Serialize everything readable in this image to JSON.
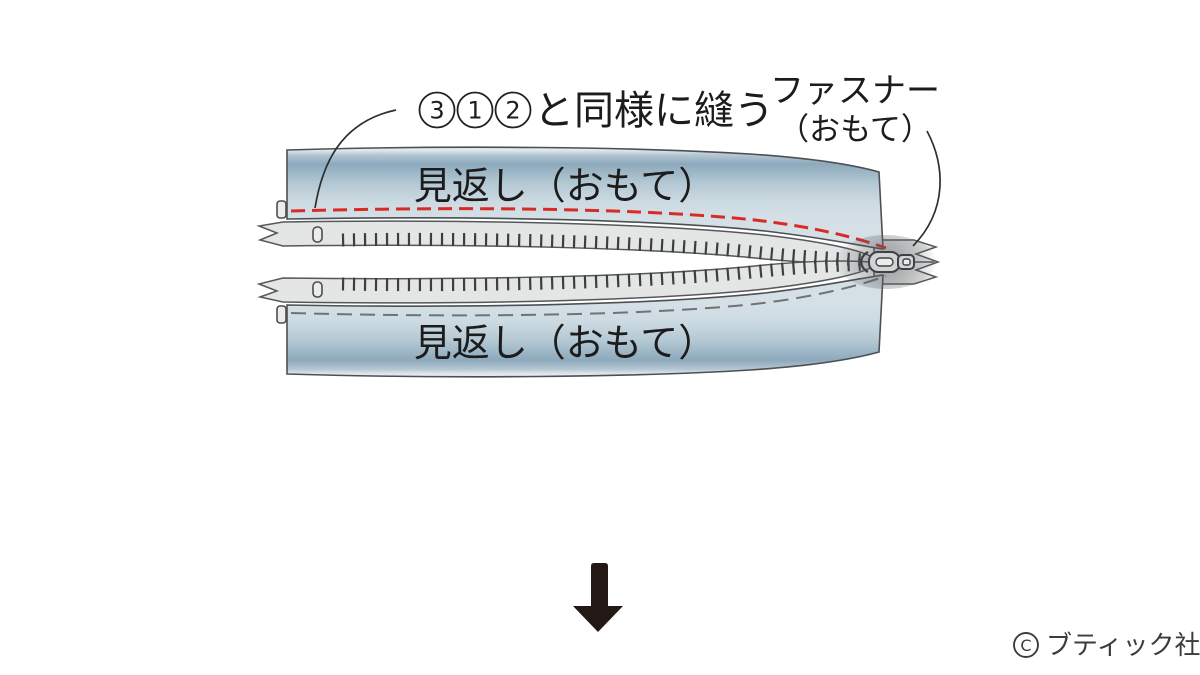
{
  "figure": {
    "sew_note": {
      "circles": [
        "3",
        "1",
        "2"
      ],
      "text": "と同様に縫う"
    },
    "fastener_label": {
      "line1": "ファスナー",
      "line2": "（おもて）"
    },
    "facing_top_label": "見返し（おもて）",
    "facing_bottom_label": "見返し（おもて）"
  },
  "footer": {
    "copyright_symbol": "C",
    "copyright_text": "ブティック社"
  },
  "colors": {
    "fabric_blue_dark": "#8da9bc",
    "fabric_blue_light": "#d4e0e6",
    "tape_gray": "#e4e5e5",
    "stitch_red": "#d92b25",
    "stitch_gray": "#707274",
    "arrow_black": "#231815"
  }
}
